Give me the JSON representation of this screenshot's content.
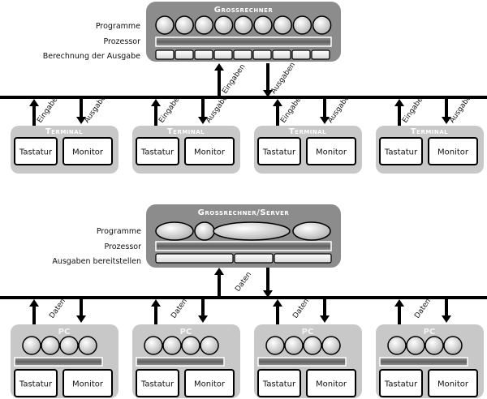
{
  "top": {
    "mainframe_title": "Grossrechner",
    "labels": [
      "Programme",
      "Prozessor",
      "Berechnung der Ausgabe"
    ],
    "program_count": 9,
    "output_cell_count": 9,
    "up_label": "Eingaben",
    "down_label": "Ausgaben",
    "client_title": "Terminal",
    "client_up_label": "Eingabe",
    "client_down_label": "Ausgabe",
    "keyboard_label": "Tastatur",
    "monitor_label": "Monitor",
    "client_count": 4
  },
  "bottom": {
    "mainframe_title": "Grossrechner/Server",
    "labels": [
      "Programme",
      "Prozessor",
      "Ausgaben bereitstellen"
    ],
    "link_label": "Daten",
    "client_title": "PC",
    "client_program_count": 4,
    "keyboard_label": "Tastatur",
    "monitor_label": "Monitor",
    "client_count": 4
  },
  "colors": {
    "mainframe": "#8c8c8c",
    "client": "#c8c8c8",
    "bus": "#000000"
  }
}
